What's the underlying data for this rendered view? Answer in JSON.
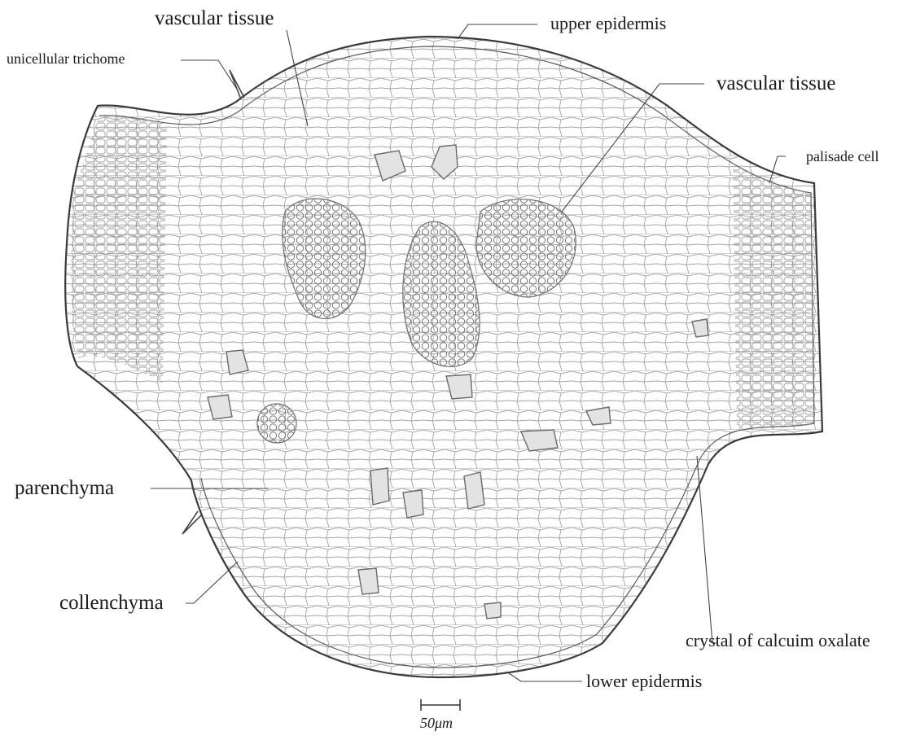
{
  "labels": {
    "vascular_tissue_top": "vascular tissue",
    "upper_epidermis": "upper epidermis",
    "unicellular_trichome": "unicellular trichome",
    "vascular_tissue_right": "vascular tissue",
    "palisade_cell": "palisade cell",
    "parenchyma": "parenchyma",
    "collenchyma": "collenchyma",
    "crystal_calcium_oxalate": "crystal of calcuim oxalate",
    "lower_epidermis": "lower epidermis"
  },
  "scale_bar": {
    "label": "50μm"
  },
  "colors": {
    "ink": "#1a1a1a",
    "cell_line": "#9a9a9a",
    "bundle_fill": "#cfcfcf",
    "crystal_fill": "#e3e3e3"
  }
}
